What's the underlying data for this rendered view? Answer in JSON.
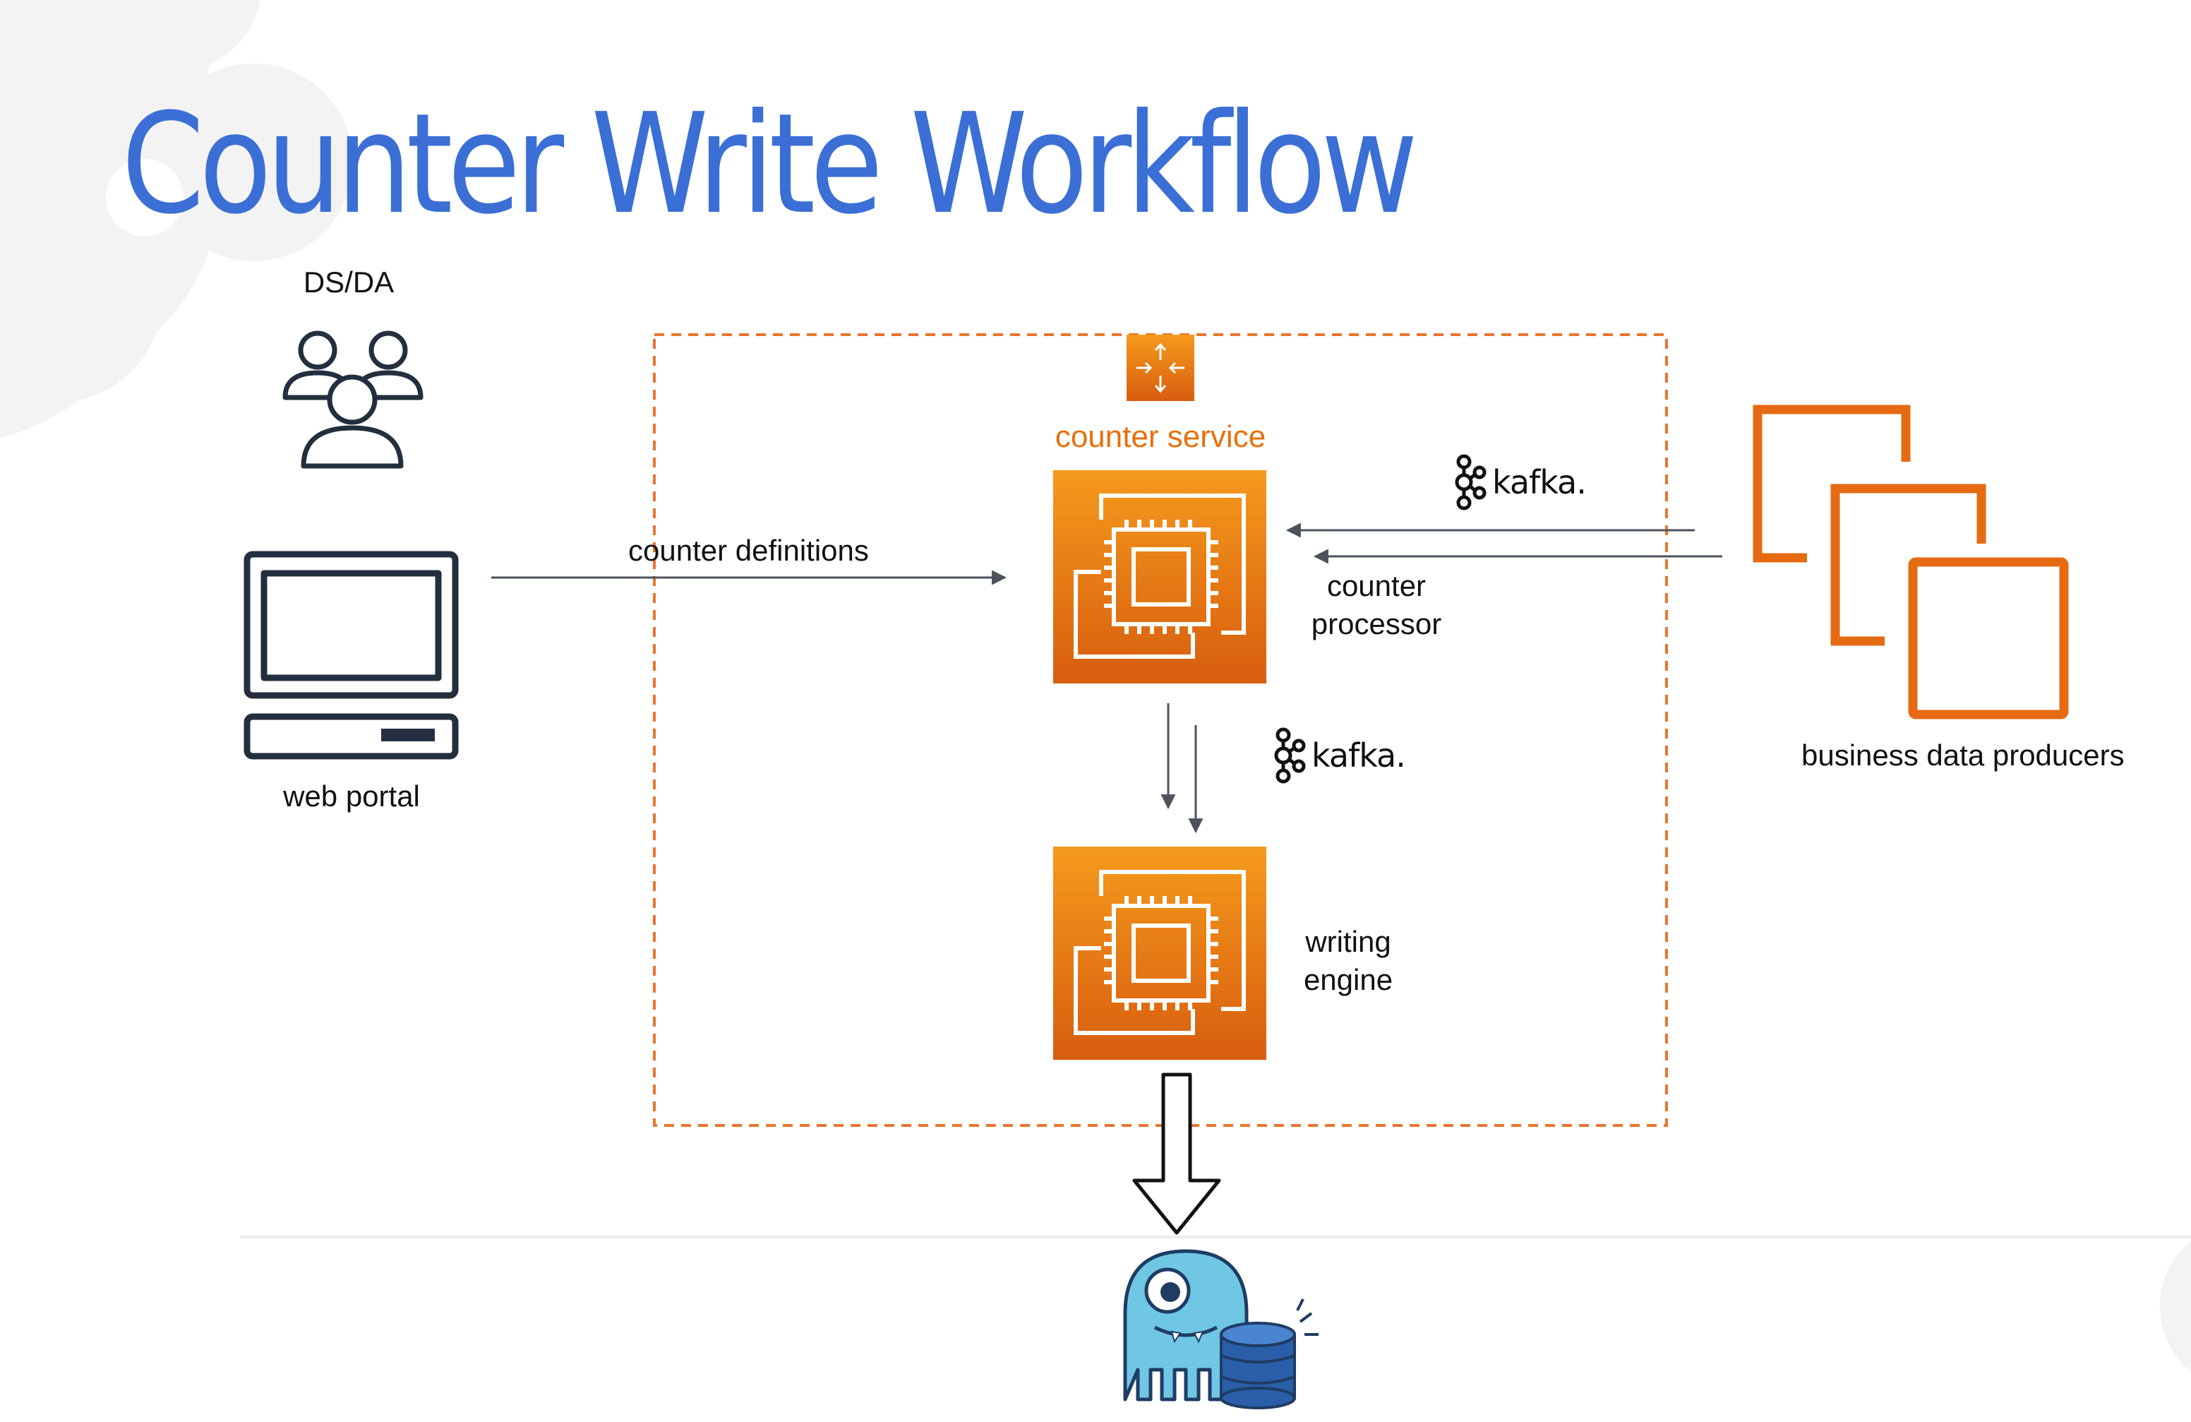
{
  "slide": {
    "title": "Counter Write Workflow",
    "title_color": "#3b6fd6"
  },
  "actors": {
    "users_label": "DS/DA",
    "users_icon": "users-group-icon",
    "portal_label": "web portal",
    "portal_icon": "desktop-computer-icon"
  },
  "service": {
    "label": "counter service",
    "label_color": "#e8700c",
    "icon": "router-icon",
    "processor_label_line1": "counter",
    "processor_label_line2": "processor",
    "writer_label_line1": "writing",
    "writer_label_line2": "engine",
    "chip_icon": "ec2-instances-icon"
  },
  "flows": {
    "definitions_label": "counter definitions"
  },
  "kafka": {
    "word": "kafka.",
    "icon": "kafka-logo-icon"
  },
  "producers": {
    "label": "business data producers",
    "icon": "stacked-instances-icon"
  },
  "storage": {
    "icon": "scylladb-monster-icon"
  },
  "colors": {
    "orange_top": "#f59a1c",
    "orange_bottom": "#d85d0f",
    "dashed_border": "#e8762e",
    "arrow": "#4c535b",
    "dark_outline": "#232f3e",
    "monster": "#6fc7e3",
    "db": "#2a5ea8"
  }
}
